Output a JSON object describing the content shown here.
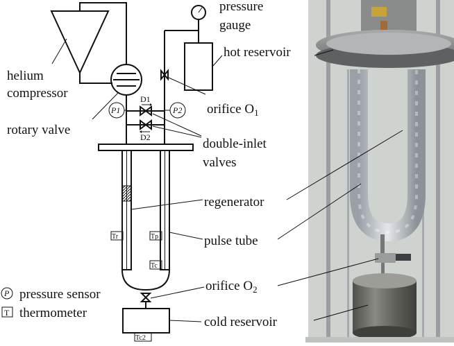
{
  "labels": {
    "pressure_gauge": [
      "pressure",
      "gauge"
    ],
    "hot_reservoir": "hot reservoir",
    "helium_compressor": [
      "helium",
      "compressor"
    ],
    "rotary_valve": "rotary valve",
    "orifice_o1": {
      "text": "orifice O",
      "sub": "1"
    },
    "double_inlet_valves": [
      "double-inlet",
      "valves"
    ],
    "regenerator": "regenerator",
    "pulse_tube": "pulse tube",
    "orifice_o2": {
      "text": "orifice O",
      "sub": "2"
    },
    "cold_reservoir": "cold reservoir"
  },
  "legend": {
    "pressure_sensor": {
      "symbol": "P",
      "text": "pressure sensor"
    },
    "thermometer": {
      "symbol": "T",
      "text": "thermometer"
    }
  },
  "tags": {
    "p1": "P1",
    "p2": "P2",
    "d1": "D1",
    "d2": "D2",
    "tr": "Tr",
    "tp": "Tp",
    "tc": "Tc",
    "tc2": "Tc2"
  },
  "photo": {
    "colors": {
      "background": "#cfd3d0",
      "flange": "#8d8f90",
      "foil": "#b9bec3",
      "cylinder": "#6f6f6a",
      "rod": "#9a9ea0"
    }
  }
}
